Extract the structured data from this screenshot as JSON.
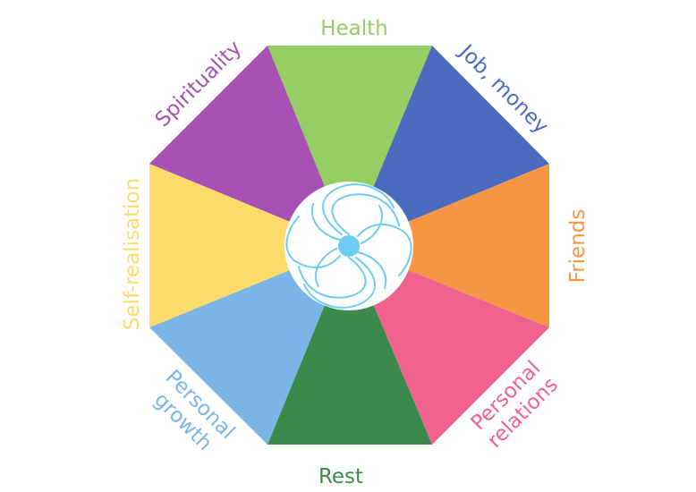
{
  "diagram": {
    "segments": [
      {
        "label": "Health",
        "color": "#95ce63"
      },
      {
        "label": "Job, money",
        "color": "#4a6bbe"
      },
      {
        "label": "Friends",
        "color": "#f69643"
      },
      {
        "label": "Personal relations",
        "label_lines": [
          "Personal",
          "relations"
        ],
        "color": "#f0638e"
      },
      {
        "label": "Rest",
        "color": "#3a8b4b"
      },
      {
        "label": "Personal growth",
        "label_lines": [
          "Personal",
          "growth"
        ],
        "color": "#7bb5e5"
      },
      {
        "label": "Self-realisation",
        "color": "#fedc6b"
      },
      {
        "label": "Spirituality",
        "color": "#a751b2"
      }
    ],
    "center": {
      "icon": "spiral-galaxy-icon",
      "ring_color": "#ffffff",
      "icon_color": "#6dcdf1"
    }
  }
}
